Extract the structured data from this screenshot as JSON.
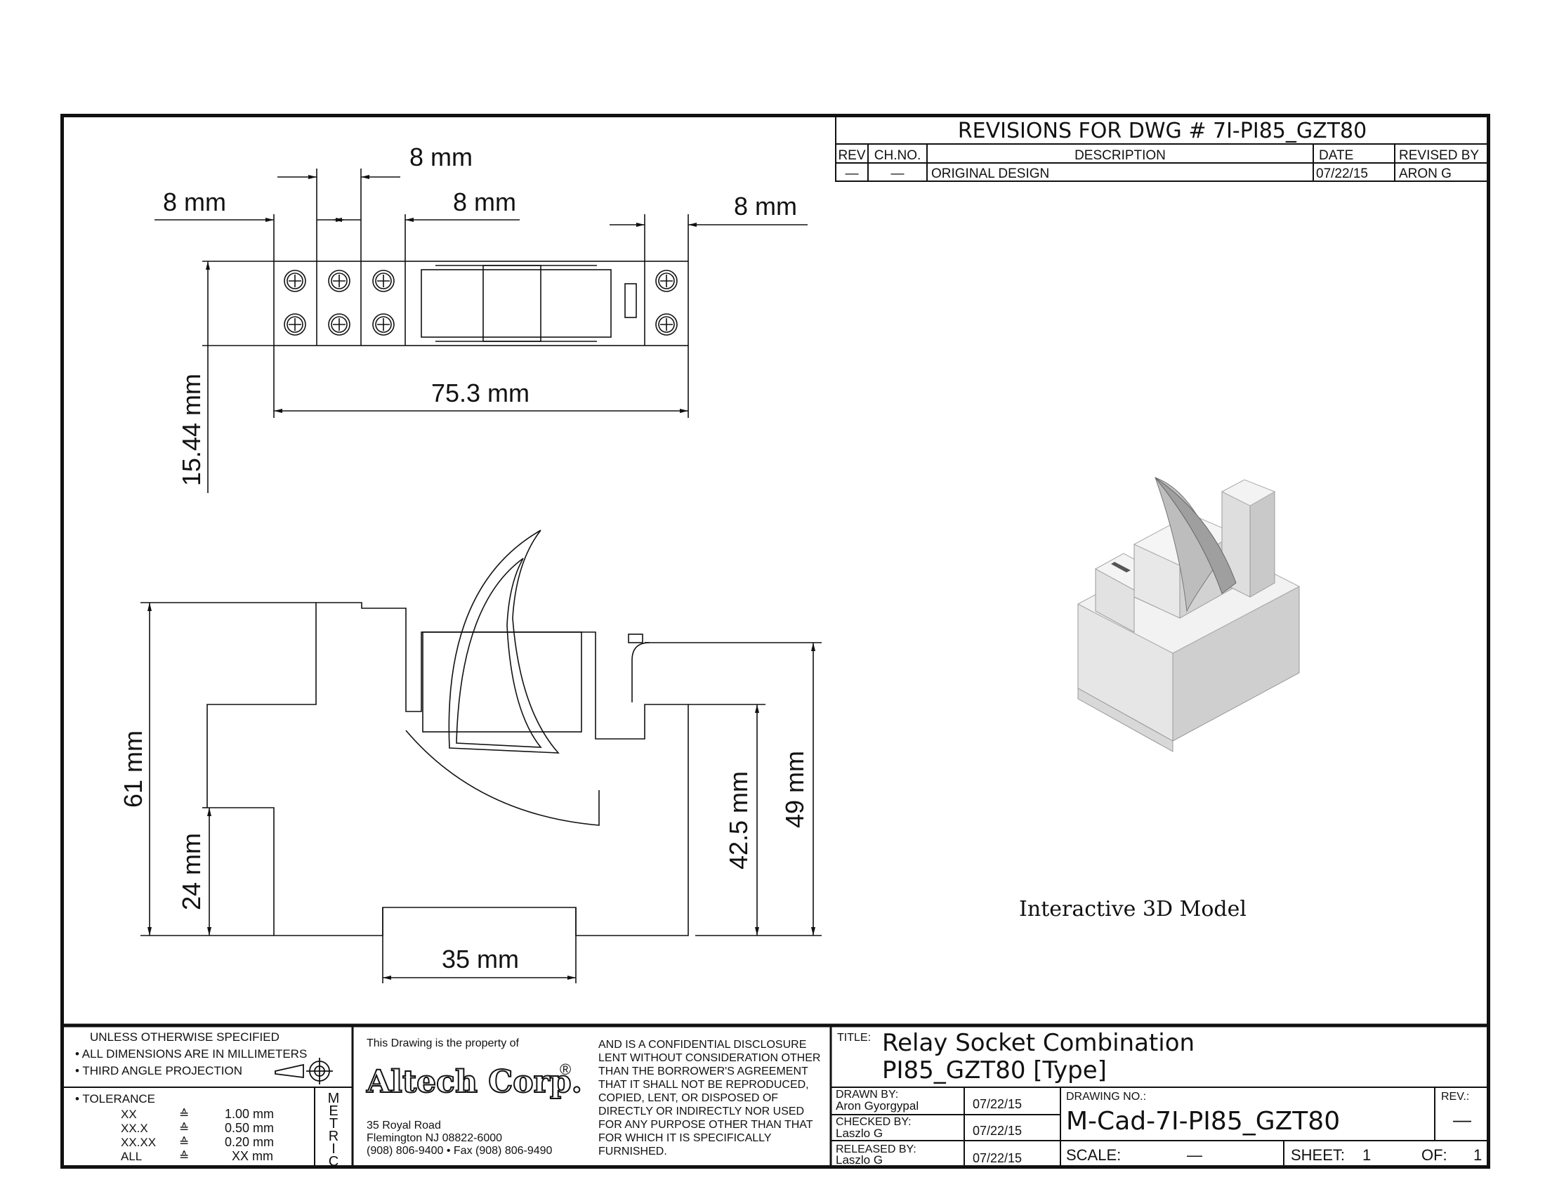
{
  "revisions": {
    "title": "REVISIONS  FOR  DWG  #  7I-PI85_GZT80",
    "headers": {
      "rev": "REV",
      "chno": "CH.NO.",
      "description": "DESCRIPTION",
      "date": "DATE",
      "revised_by": "REVISED  BY"
    },
    "rows": [
      {
        "rev": "—",
        "chno": "—",
        "description": "ORIGINAL  DESIGN",
        "date": "07/22/15",
        "revised_by": "ARON  G"
      }
    ]
  },
  "top_view": {
    "dims": {
      "top_center": "8 mm",
      "left": "8 mm",
      "mid": "8 mm",
      "right": "8 mm",
      "length": "75.3 mm",
      "height": "15.44 mm"
    }
  },
  "front_view": {
    "dims": {
      "total_height": "61 mm",
      "base_height": "24 mm",
      "right_inner": "42.5 mm",
      "right_outer": "49 mm",
      "base_width": "35 mm"
    }
  },
  "model_caption": "Interactive 3D Model",
  "notes": {
    "line1": "UNLESS  OTHERWISE  SPECIFIED",
    "line2": "• ALL  DIMENSIONS  ARE  IN  MILLIMETERS",
    "line3": "• THIRD  ANGLE  PROJECTION",
    "tolerance_label": "• TOLERANCE",
    "tolerance_rows": [
      {
        "k": "XX",
        "sym": "≙",
        "v": "1.00 mm"
      },
      {
        "k": "XX.X",
        "sym": "≙",
        "v": "0.50 mm"
      },
      {
        "k": "XX.XX",
        "sym": "≙",
        "v": "0.20 mm"
      },
      {
        "k": "ALL",
        "sym": "≙",
        "v": "XX  mm"
      }
    ],
    "metric": [
      "M",
      "E",
      "T",
      "R",
      "I",
      "C"
    ]
  },
  "company": {
    "property_text": "This Drawing is the property of",
    "logo": "Altech Corp.",
    "registered": "®",
    "address1": "35 Royal Road",
    "address2": "Flemington  NJ  08822-6000",
    "phone": "(908)  806-9400 • Fax (908)  806-9490",
    "confidential": [
      "AND  IS  A  CONFIDENTIAL  DISCLOSURE",
      "LENT  WITHOUT  CONSIDERATION  OTHER",
      "THAN  THE  BORROWER'S AGREEMENT",
      "THAT  IT  SHALL  NOT  BE  REPRODUCED,",
      "COPIED,  LENT,  OR  DISPOSED  OF",
      "DIRECTLY  OR  INDIRECTLY  NOR  USED",
      "FOR  ANY  PURPOSE  OTHER  THAN  THAT",
      "FOR  WHICH  IT  IS  SPECIFICALLY",
      "FURNISHED."
    ]
  },
  "title_block": {
    "title_label": "TITLE:",
    "title_line1": "Relay  Socket  Combination",
    "title_line2": "PI85_GZT80  [Type]",
    "drawn_by_label": "DRAWN  BY:",
    "drawn_by": "Aron  Gyorgypal",
    "drawn_date": "07/22/15",
    "checked_by_label": "CHECKED  BY:",
    "checked_by": "Laszlo  G",
    "checked_date": "07/22/15",
    "released_by_label": "RELEASED  BY:",
    "released_by": "Laszlo  G",
    "released_date": "07/22/15",
    "drawing_no_label": "DRAWING  NO.:",
    "drawing_no": "M-Cad-7I-PI85_GZT80",
    "rev_label": "REV.:",
    "rev": "—",
    "scale_label": "SCALE:",
    "scale": "—",
    "sheet_label": "SHEET:",
    "sheet": "1",
    "of_label": "OF:",
    "of": "1"
  }
}
